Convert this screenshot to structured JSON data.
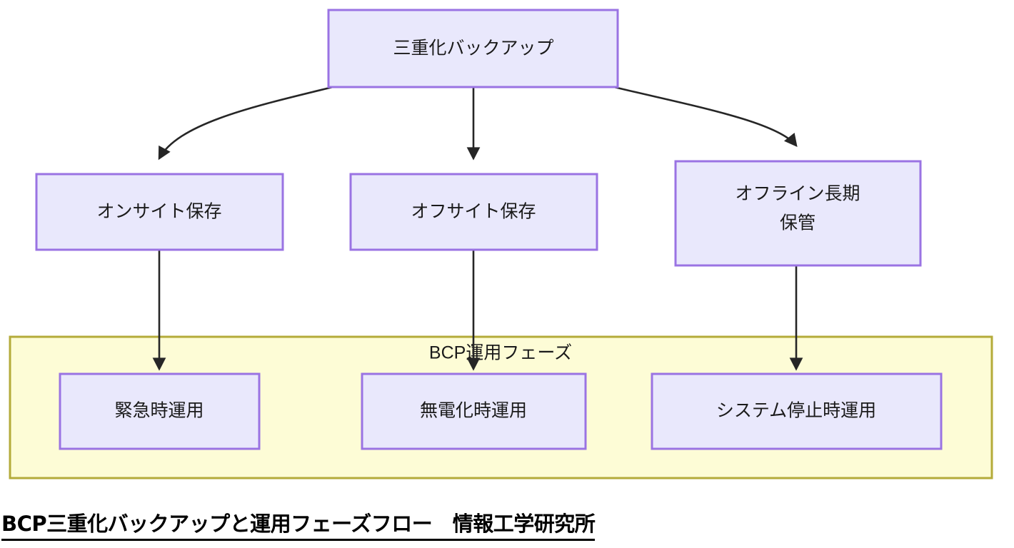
{
  "diagram": {
    "type": "flowchart",
    "title": "BCP三重化バックアップと運用フェーズフロー",
    "colors": {
      "node_fill": "#e9e8fc",
      "node_border": "#9a73e3",
      "group_fill": "#fdfcd6",
      "group_border": "#b4ab3a",
      "connector": "#262626",
      "text": "#1a1a1a",
      "background": "#ffffff"
    },
    "root": {
      "label": "三重化バックアップ"
    },
    "tier2": [
      {
        "label": "オンサイト保存",
        "line1": "オンサイト保存",
        "line2": ""
      },
      {
        "label": "オフサイト保存",
        "line1": "オフサイト保存",
        "line2": ""
      },
      {
        "label": "オフライン長期保管",
        "line1": "オフライン長期",
        "line2": "保管"
      }
    ],
    "group": {
      "label": "BCP運用フェーズ",
      "items": [
        {
          "label": "緊急時運用"
        },
        {
          "label": "無電化時運用"
        },
        {
          "label": "システム停止時運用"
        }
      ]
    },
    "edges": [
      {
        "from": "三重化バックアップ",
        "to": "オンサイト保存",
        "style": "curved"
      },
      {
        "from": "三重化バックアップ",
        "to": "オフサイト保存",
        "style": "straight"
      },
      {
        "from": "三重化バックアップ",
        "to": "オフライン長期保管",
        "style": "curved"
      },
      {
        "from": "オンサイト保存",
        "to": "緊急時運用",
        "style": "straight"
      },
      {
        "from": "オフサイト保存",
        "to": "無電化時運用",
        "style": "straight"
      },
      {
        "from": "オフライン長期保管",
        "to": "システム停止時運用",
        "style": "straight"
      }
    ]
  },
  "caption": {
    "text": "BCP三重化バックアップと運用フェーズフロー　情報工学研究所"
  }
}
